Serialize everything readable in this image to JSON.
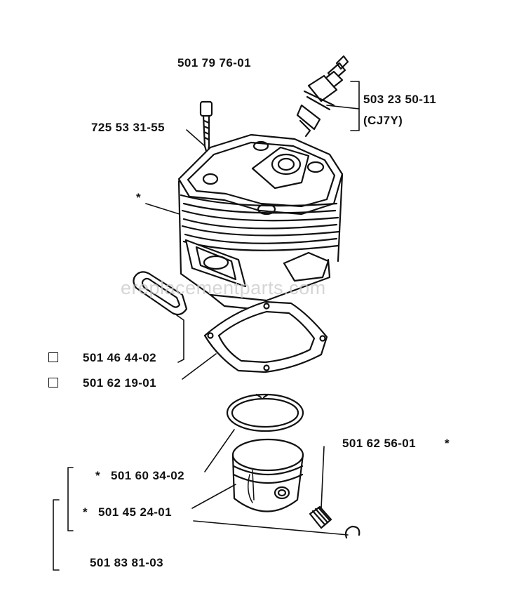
{
  "labels": {
    "plug_part": "501 79 76-01",
    "bolt_part": "725 53 31-55",
    "spark_plug_part": "503 23 50-11",
    "spark_plug_type": "(CJ7Y)",
    "cylinder_marker": "*",
    "gasket_small_part": "501 46 44-02",
    "gasket_base_part": "501 62 19-01",
    "bearing_part": "501 62 56-01",
    "bearing_marker": "*",
    "ring_marker": "*",
    "ring_part": "501 60 34-02",
    "piston_marker": "*",
    "piston_part": "501 45 24-01",
    "kit_part": "501 83 81-03"
  },
  "watermark": "ereplacementparts.com",
  "colors": {
    "ink": "#111111",
    "watermark": "#c8c8c8",
    "background": "#ffffff"
  }
}
